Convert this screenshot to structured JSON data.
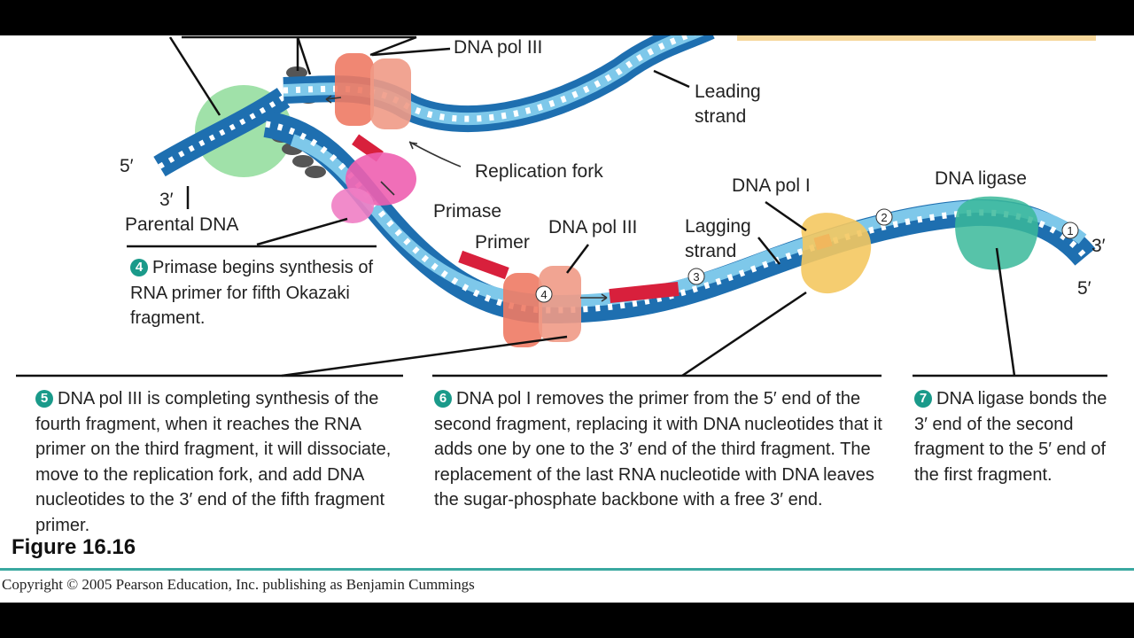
{
  "figure_title": "Figure 16.16",
  "copyright": "Copyright © 2005 Pearson Education, Inc. publishing as Benjamin Cummings",
  "labels": {
    "dna_pol_iii_top": "DNA pol III",
    "leading_strand": "Leading\nstrand",
    "replication_fork": "Replication fork",
    "five_prime_left": "5′",
    "three_prime_left": "3′",
    "parental_dna": "Parental DNA",
    "primase": "Primase",
    "primer": "Primer",
    "dna_pol_iii_lower": "DNA pol III",
    "lagging_strand": "Lagging\nstrand",
    "dna_pol_i": "DNA pol I",
    "dna_ligase": "DNA ligase",
    "three_prime_right": "3′",
    "five_prime_right": "5′",
    "fragment_marks": [
      "1",
      "2",
      "3",
      "4"
    ]
  },
  "steps": [
    {
      "number": "4",
      "text": "Primase begins synthesis of RNA primer for fifth Okazaki fragment."
    },
    {
      "number": "5",
      "text": "DNA pol III is completing synthesis of the fourth fragment, when it reaches the RNA primer on the third fragment, it will dissociate, move to the replication fork, and add DNA nucleotides to the 3′ end of the fifth fragment primer."
    },
    {
      "number": "6",
      "text": "DNA pol I removes the primer from the 5′ end of the second fragment, replacing it with DNA nucleotides that it adds one by one to the 3′ end of the third fragment. The replacement of the last RNA nucleotide with DNA leaves the sugar-phosphate backbone with a free 3′ end."
    },
    {
      "number": "7",
      "text": "DNA ligase bonds the 3′ end of the second fragment to the 5′ end of the first fragment."
    }
  ],
  "colors": {
    "backbone": "#1e6fb0",
    "new_strand": "#5fb6e0",
    "rna_primer": "#d8203c",
    "helicase": "#7ed38a",
    "polymerase": "#ee7a64",
    "primase": "#ee5fb0",
    "pol_i": "#f4c860",
    "ligase": "#3ab89a",
    "step_number": "#1a9a8a",
    "bottom_rule": "#3aa8a0"
  }
}
